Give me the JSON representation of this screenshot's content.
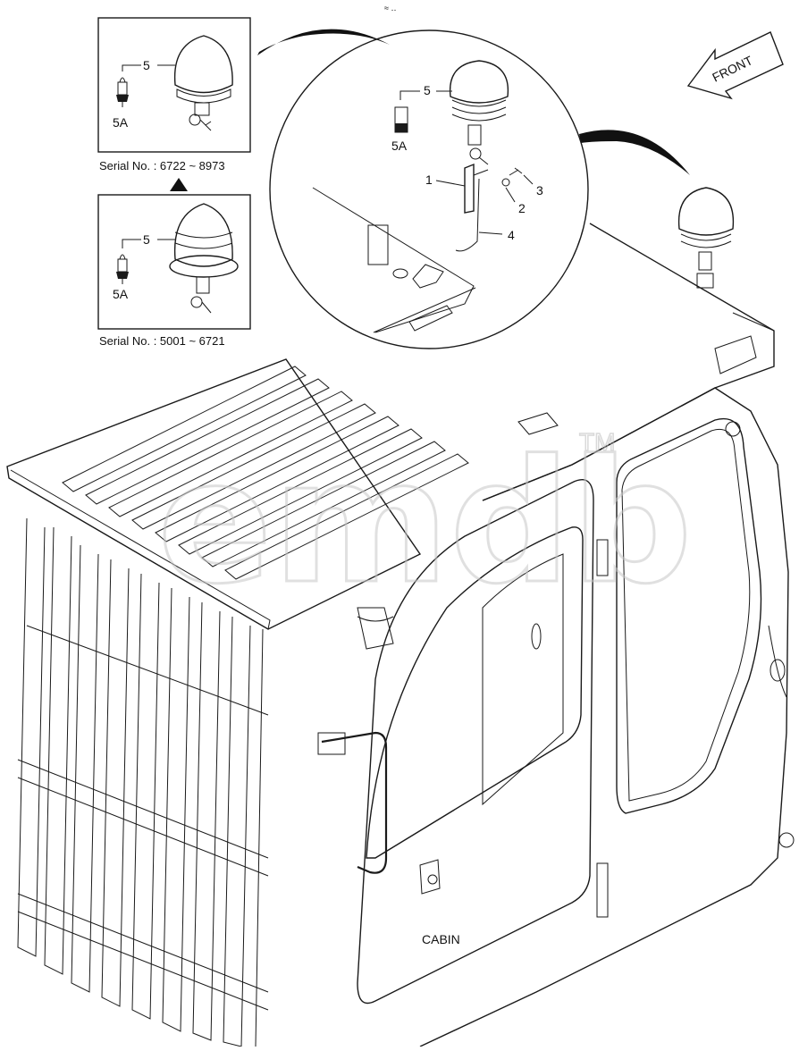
{
  "top_mark": "≈ ‥",
  "inset_top": {
    "callout_bulb": "5",
    "callout_bulb_sub": "5A",
    "serial": "Serial No. : 6722 ~ 8973"
  },
  "inset_bottom": {
    "callout_bulb": "5",
    "callout_bulb_sub": "5A",
    "serial": "Serial No. : 5001 ~ 6721"
  },
  "detail_circle": {
    "callouts": {
      "beacon": "5",
      "bulb": "5A",
      "bracket": "1",
      "washer": "2",
      "bolt": "3",
      "wire": "4"
    }
  },
  "front_arrow_label": "FRONT",
  "cabin_label": "CABIN",
  "watermark": "emdb",
  "watermark_tm": "TM"
}
